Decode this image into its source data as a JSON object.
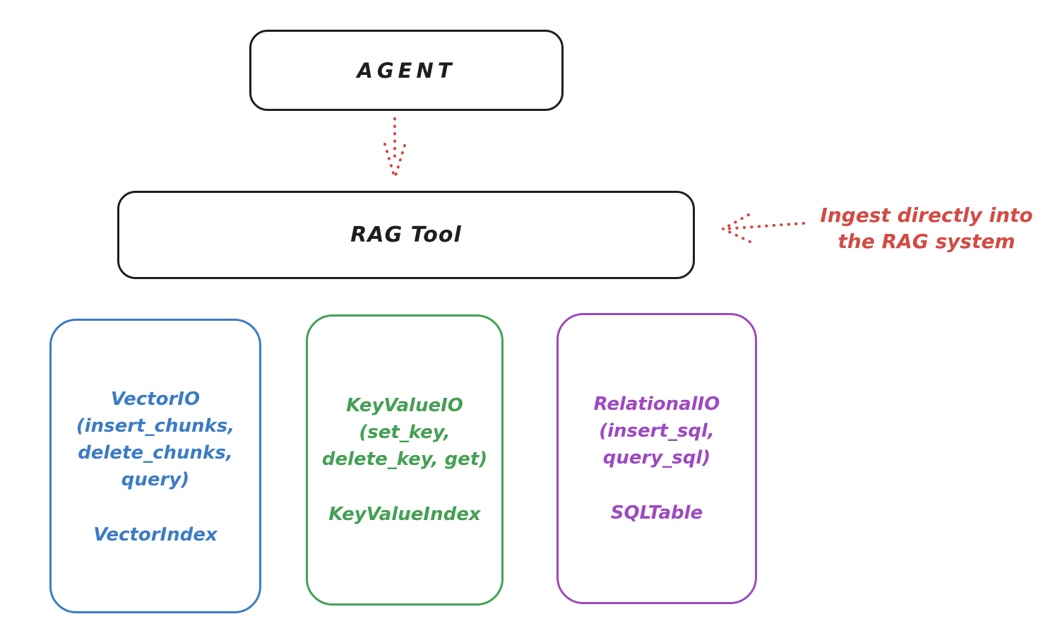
{
  "canvas": {
    "background": "#ffffff",
    "stroke_color": "#1e1e1e"
  },
  "agent_box": {
    "label": "AGENT"
  },
  "rag_tool_box": {
    "label": "RAG Tool"
  },
  "flow_arrow": {
    "color": "#d24b44",
    "style": "dotted",
    "direction": "agent-to-rag-tool"
  },
  "annotation": {
    "line1": "Ingest directly into",
    "line2": "the RAG system",
    "color": "#d24b44",
    "arrow_direction": "points-left-to-rag-tool"
  },
  "backends": [
    {
      "id": "vector-io",
      "color": "#3b7cc4",
      "io_lines": [
        "VectorIO",
        "(insert_chunks,",
        "delete_chunks,",
        "query)"
      ],
      "index_label": "VectorIndex"
    },
    {
      "id": "keyvalue-io",
      "color": "#44a054",
      "io_lines": [
        "KeyValueIO",
        "(set_key,",
        "delete_key, get)"
      ],
      "index_label": "KeyValueIndex"
    },
    {
      "id": "relational-io",
      "color": "#9d49c0",
      "io_lines": [
        "RelationalIO",
        "(insert_sql,",
        "query_sql)"
      ],
      "index_label": "SQLTable"
    }
  ]
}
